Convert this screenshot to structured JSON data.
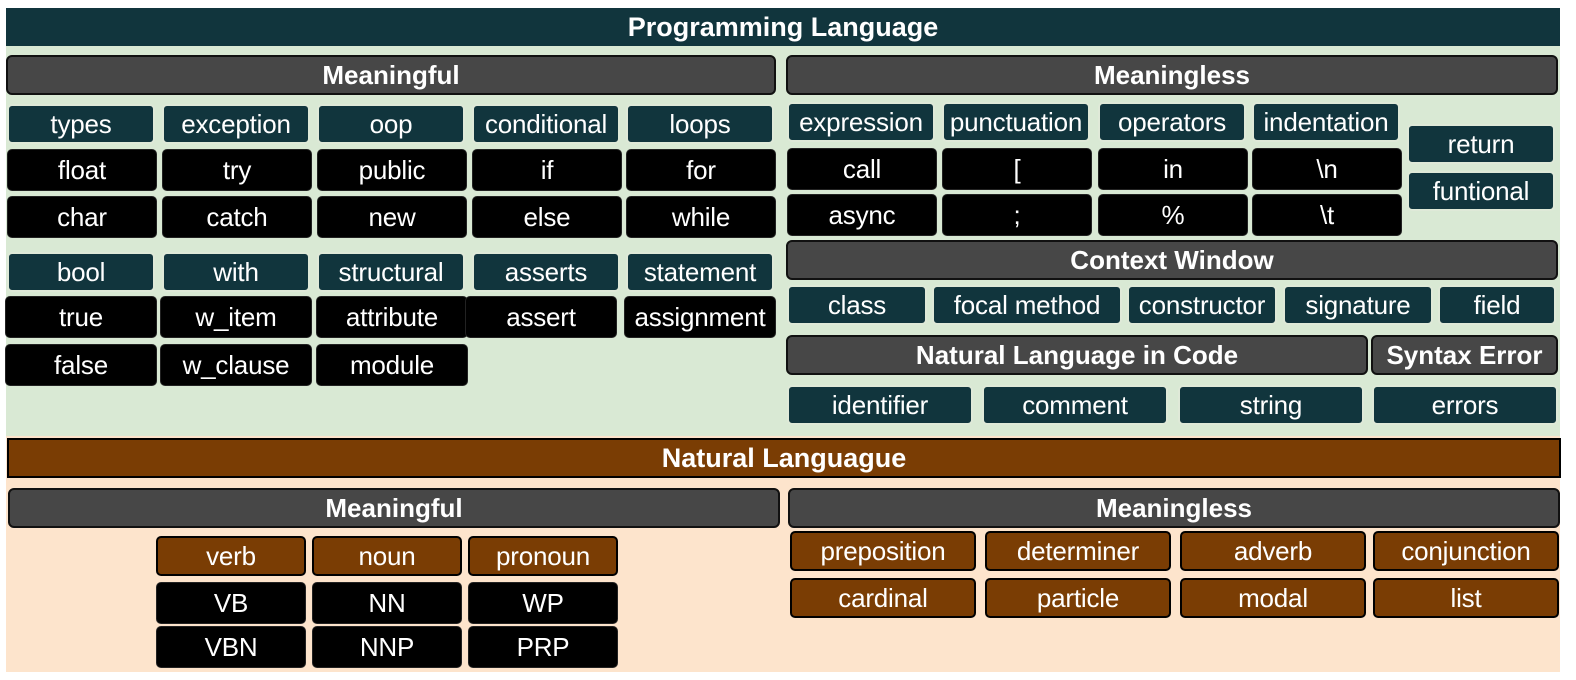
{
  "colors": {
    "prog_header": "#11353d",
    "prog_bg": "#d9e9d4",
    "nl_header": "#7a3d04",
    "nl_bg": "#fde4cc",
    "grey_bar": "#474747",
    "keyword_box": "#000000"
  },
  "programming": {
    "title": "Programming Language",
    "meaningful": {
      "title": "Meaningful",
      "block1": {
        "categories": [
          "types",
          "exception",
          "oop",
          "conditional",
          "loops"
        ],
        "row1": [
          "float",
          "try",
          "public",
          "if",
          "for"
        ],
        "row2": [
          "char",
          "catch",
          "new",
          "else",
          "while"
        ]
      },
      "block2": {
        "categories": [
          "bool",
          "with",
          "structural",
          "asserts",
          "statement"
        ],
        "row1": [
          "true",
          "w_item",
          "attribute",
          "assert",
          "assignment"
        ],
        "row2": [
          "false",
          "w_clause",
          "module"
        ]
      }
    },
    "meaningless": {
      "title": "Meaningless",
      "categories": [
        "expression",
        "punctuation",
        "operators",
        "indentation"
      ],
      "row1": [
        "call",
        "[",
        "in",
        "\\n"
      ],
      "row2": [
        "async",
        ";",
        "%",
        "\\t"
      ],
      "side": [
        "return",
        "funtional"
      ]
    },
    "context_window": {
      "title": "Context Window",
      "items": [
        "class",
        "focal method",
        "constructor",
        "signature",
        "field"
      ]
    },
    "nl_in_code": {
      "title": "Natural Language in Code",
      "items": [
        "identifier",
        "comment",
        "string"
      ]
    },
    "syntax_error": {
      "title": "Syntax Error",
      "items": [
        "errors"
      ]
    }
  },
  "natural": {
    "title": "Natural Languague",
    "meaningful": {
      "title": "Meaningful",
      "categories": [
        "verb",
        "noun",
        "pronoun"
      ],
      "row1": [
        "VB",
        "NN",
        "WP"
      ],
      "row2": [
        "VBN",
        "NNP",
        "PRP"
      ]
    },
    "meaningless": {
      "title": "Meaningless",
      "row1": [
        "preposition",
        "determiner",
        "adverb",
        "conjunction"
      ],
      "row2": [
        "cardinal",
        "particle",
        "modal",
        "list"
      ]
    }
  }
}
